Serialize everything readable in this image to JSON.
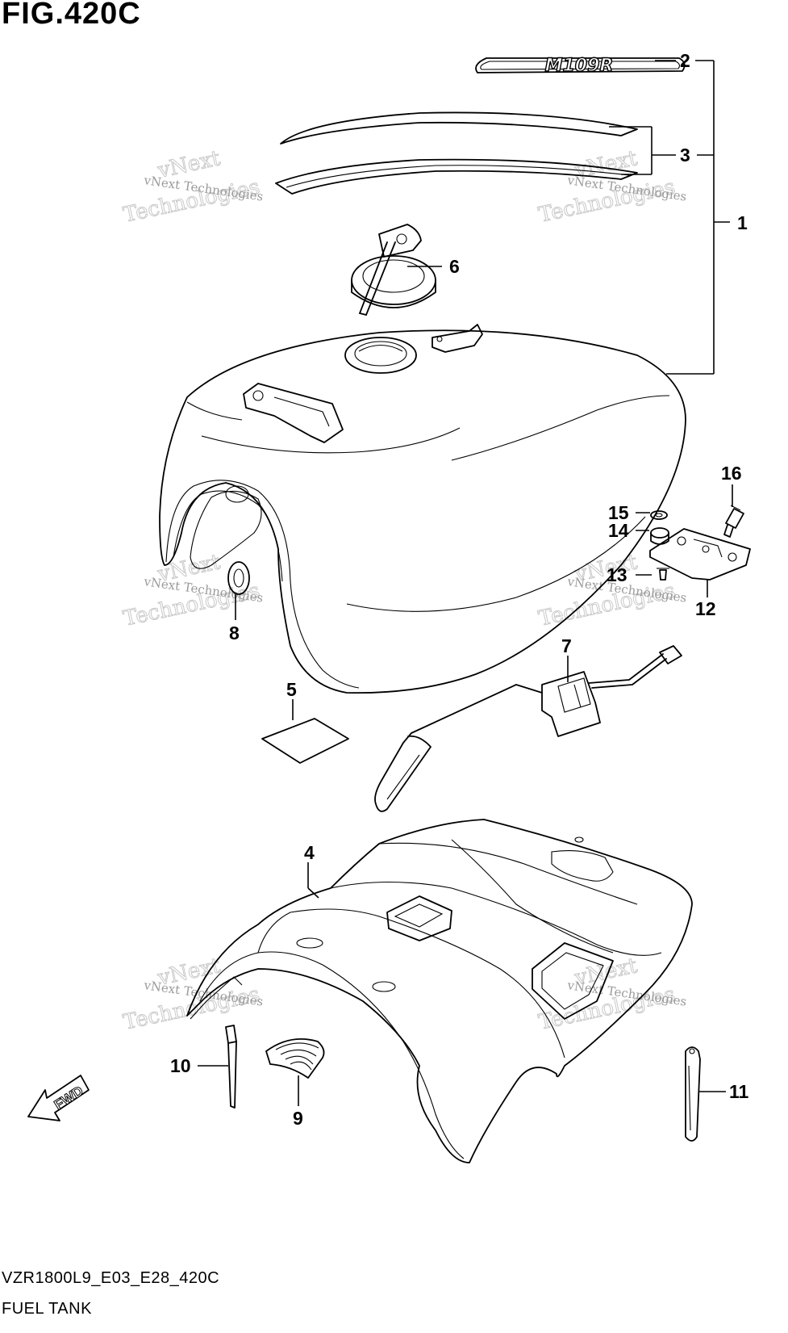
{
  "figure": {
    "title": "FIG.420C",
    "code": "VZR1800L9_E03_E28_420C",
    "name": "FUEL TANK",
    "emblem_text": "M109R",
    "direction_label": "FWD"
  },
  "watermark": {
    "line1": "vNext",
    "line2": "Technologies",
    "small": "vNext Technologies"
  },
  "callouts": [
    {
      "label": "1"
    },
    {
      "label": "2"
    },
    {
      "label": "3"
    },
    {
      "label": "4"
    },
    {
      "label": "5"
    },
    {
      "label": "6"
    },
    {
      "label": "7"
    },
    {
      "label": "8"
    },
    {
      "label": "9"
    },
    {
      "label": "10"
    },
    {
      "label": "11"
    },
    {
      "label": "12"
    },
    {
      "label": "13"
    },
    {
      "label": "14"
    },
    {
      "label": "15"
    },
    {
      "label": "16"
    }
  ]
}
